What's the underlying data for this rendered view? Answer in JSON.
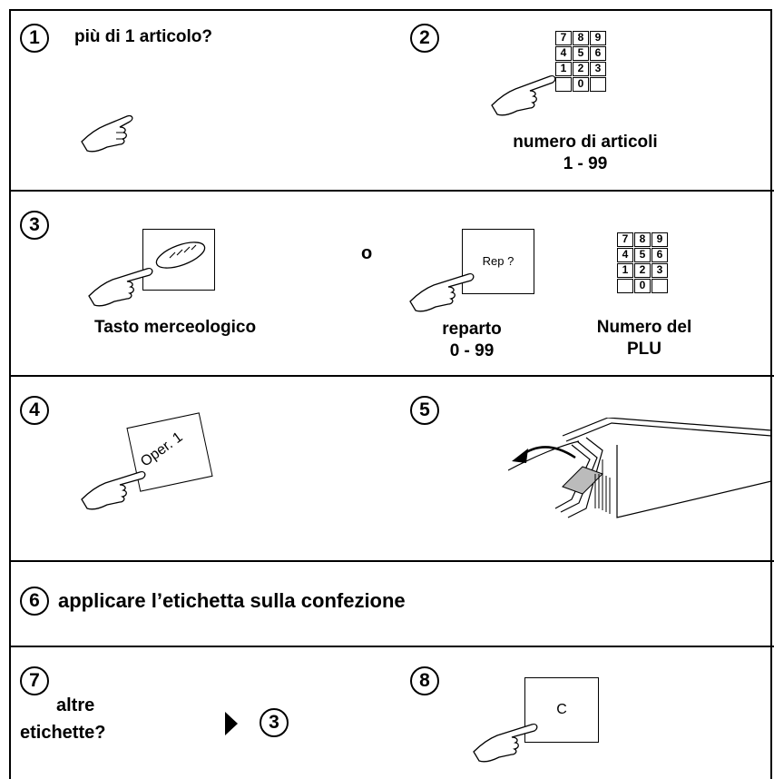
{
  "steps": [
    {
      "number": "1",
      "text": "più di 1 articolo?"
    },
    {
      "number": "2",
      "caption_line1": "numero di articoli",
      "caption_line2": "1 - 99"
    },
    {
      "number": "3",
      "caption_tasto": "Tasto merceologico",
      "or": "o",
      "reparto_key": "Rep ?",
      "reparto_line1": "reparto",
      "reparto_line2": "0 - 99",
      "plu_line1": "Numero del",
      "plu_line2": "PLU"
    },
    {
      "number": "4",
      "key_label": "Oper. 1"
    },
    {
      "number": "5"
    },
    {
      "number": "6",
      "text": "applicare l’etichetta sulla confezione"
    },
    {
      "number": "7",
      "line1": "altre",
      "line2": "etichette?",
      "goto": "3"
    },
    {
      "number": "8",
      "key_label": "C"
    }
  ],
  "keypad": {
    "rows": [
      [
        "7",
        "8",
        "9"
      ],
      [
        "4",
        "5",
        "6"
      ],
      [
        "1",
        "2",
        "3"
      ],
      [
        "",
        "0",
        ""
      ]
    ]
  },
  "icons": [
    "hand-pointer-icon",
    "keypad-icon",
    "bread-icon",
    "label-printer-icon",
    "arrow-right-icon"
  ]
}
